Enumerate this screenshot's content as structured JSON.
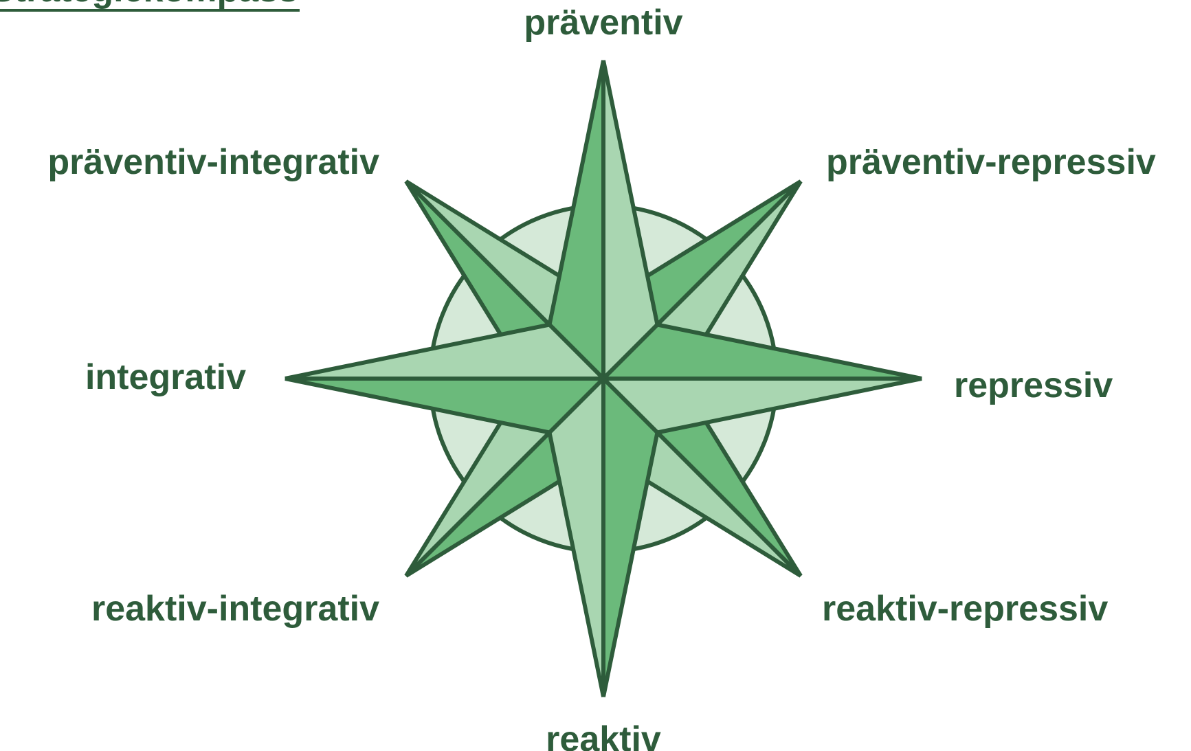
{
  "title": "Strategiekompass",
  "directions": {
    "n": "präventiv",
    "ne": "präventiv-repressiv",
    "e": "repressiv",
    "se": "reaktiv-repressiv",
    "s": "reaktiv",
    "sw": "reaktiv-integrativ",
    "w": "integrativ",
    "nw": "präventiv-integrativ"
  },
  "colors": {
    "stroke": "#2e5c3b",
    "text": "#2e5c3b",
    "circle_fill": "#d5e9d8",
    "dark_green": "#6bba7b",
    "light_green": "#a9d6b1",
    "background": "#ffffff"
  },
  "icons": {
    "compass": "compass-rose-icon"
  }
}
